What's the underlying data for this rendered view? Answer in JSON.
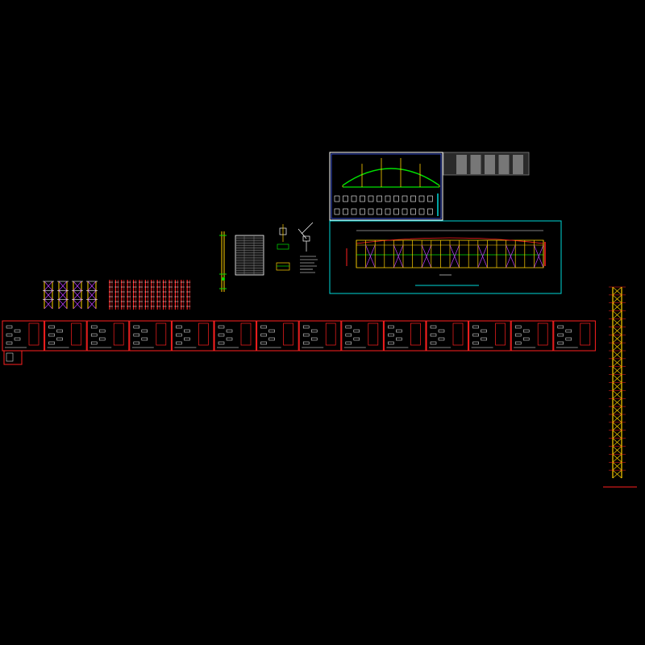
{
  "drawing": {
    "background": "#000000",
    "colors": {
      "red": "#ff2020",
      "dark_red": "#c00000",
      "yellow": "#ffd000",
      "cyan": "#00d8d8",
      "white": "#ffffff",
      "green": "#00e000",
      "magenta": "#c040ff",
      "blue": "#4060ff",
      "grey": "#808080"
    },
    "small_frames": {
      "count": 4
    },
    "column_sheets": {
      "count": 14
    },
    "detail_sheets": {
      "count": 14
    },
    "elevation_table": {
      "columns": 5
    }
  }
}
